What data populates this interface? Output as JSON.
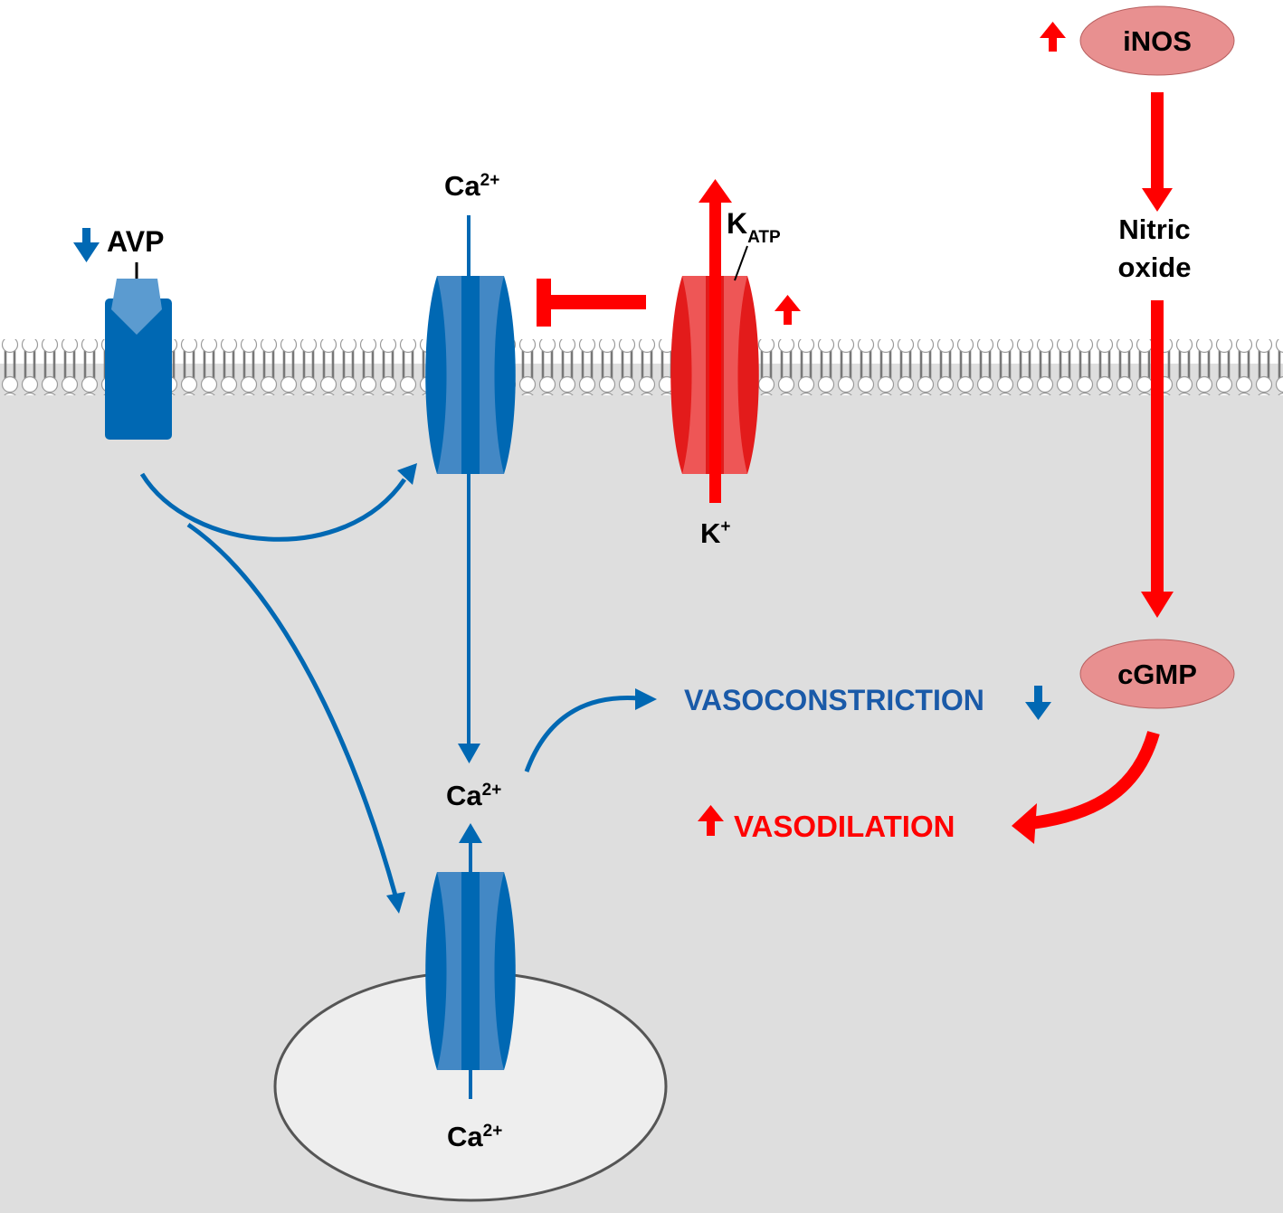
{
  "labels": {
    "avp": "AVP",
    "ca_top": "Ca",
    "ca_top_sup": "2+",
    "katp_main": "K",
    "katp_sub": "ATP",
    "k_ion": "K",
    "k_ion_sup": "+",
    "inos": "iNOS",
    "nitric_line1": "Nitric",
    "nitric_line2": "oxide",
    "cgmp": "cGMP",
    "vasoconstriction": "VASOCONSTRICTION",
    "vasodilation": "VASODILATION",
    "ca_mid": "Ca",
    "ca_mid_sup": "2+",
    "ca_bottom": "Ca",
    "ca_bottom_sup": "2+"
  },
  "colors": {
    "blue": "#0068b3",
    "blue_light": "#5b9bd0",
    "blue_text": "#1a5aa8",
    "red": "#ff0000",
    "red_channel": "#e31b1b",
    "oval_pink": "#e89090",
    "cell_gray": "#dedede",
    "membrane_gray": "#777777",
    "store_fill": "#eeeeee",
    "store_stroke": "#555555"
  },
  "indicators": {
    "avp": "down-arrow",
    "katp": "up-arrow",
    "inos": "up-arrow",
    "vasoconstriction": "down-arrow",
    "vasodilation": "up-arrow"
  }
}
